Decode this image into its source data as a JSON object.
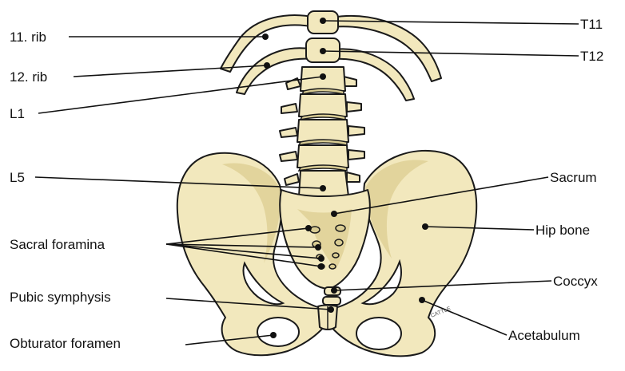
{
  "labels": {
    "rib11": "11. rib",
    "rib12": "12. rib",
    "l1": "L1",
    "l5": "L5",
    "sacral_foramina": "Sacral foramina",
    "pubic_symphysis": "Pubic symphysis",
    "obturator_foramen": "Obturator foramen",
    "t11": "T11",
    "t12": "T12",
    "sacrum": "Sacrum",
    "hip_bone": "Hip bone",
    "coccyx": "Coccyx",
    "acetabulum": "Acetabulum"
  },
  "colors": {
    "bone": "#f2e8bd",
    "bone_shadow": "#d9cc93",
    "outline": "#1a1a1a",
    "background": "#ffffff"
  }
}
